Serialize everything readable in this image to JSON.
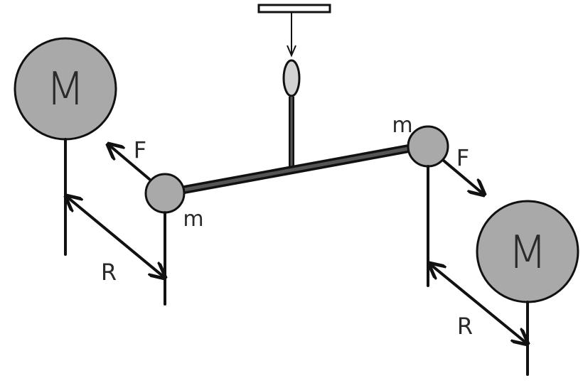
{
  "labels": {
    "large_mass": "M",
    "small_mass": "m",
    "force": "F",
    "distance": "R"
  },
  "colors": {
    "mass_fill": "#a9a9a9",
    "outline": "#111111",
    "bar": "#555555",
    "label": "#2a2a2a"
  }
}
